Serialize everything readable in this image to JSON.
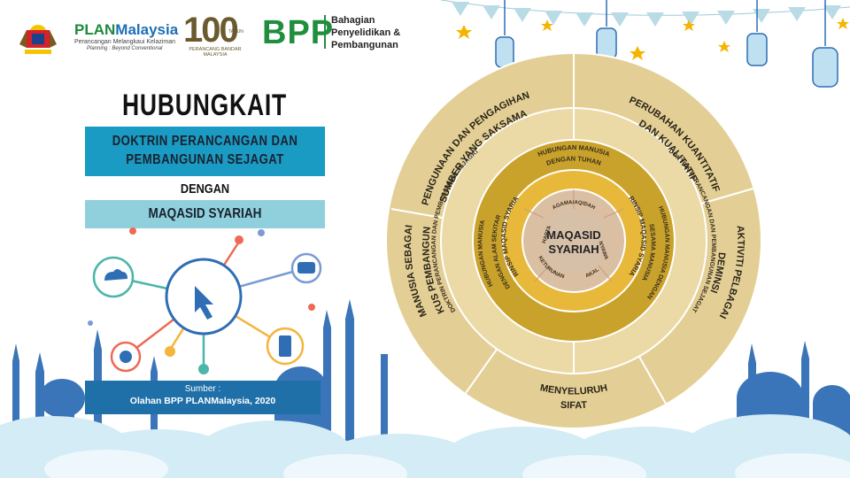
{
  "header": {
    "plan_name_a": "PLAN",
    "plan_name_b": "Malaysia",
    "plan_tagline": "Perancangan Melangkaui Kelaziman",
    "plan_tagline_en": "Planning : Beyond Conventional",
    "centenary_number": "100",
    "centenary_tag": "TAHUN",
    "centenary_sub": "PERANCANG BANDAR MALAYSIA",
    "bpp": "BPP",
    "bpp_line1": "Bahagian",
    "bpp_line2": "Penyelidikan &",
    "bpp_line3": "Pembangunan"
  },
  "title": {
    "main": "HUBUNGKAIT",
    "doctrine_line1": "DOKTRIN PERANCANGAN DAN",
    "doctrine_line2": "PEMBANGUNAN SEJAGAT",
    "connector": "DENGAN",
    "maqasid": "MAQASID SYARIAH"
  },
  "source": {
    "label": "Sumber :",
    "text": "Olahan BPP PLANMalaysia, 2020"
  },
  "diagram": {
    "center_line1": "MAQASID",
    "center_line2": "SYARIAH",
    "inner": [
      "AGAMA/AQIDAH",
      "NYAWA",
      "AKAL",
      "KETURUNAN",
      "HARTA"
    ],
    "ring2_left": "PRINSIP MAQASID SYARIAH",
    "ring2_right": "PRINSIP MAQASID SYARIAH",
    "ring3_top_line1": "HUBUNGAN MANUSIA",
    "ring3_top_line2": "DENGAN TUHAN",
    "ring3_right_line1": "HUBUNGAN MANUSIA DENGAN",
    "ring3_right_line2": "SESAMA MANUSIA",
    "ring3_left_line1": "HUBUNGAN MANUSIA",
    "ring3_left_line2": "DENGAN ALAM SEKITAR",
    "ring4_left": "DOKTRIN PERANCANGAN DAN PEMBANGUNAN SEJAGAT",
    "ring4_right": "DOKTRIN PERANCANGAN DAN PEMBANGUNAN SEJAGAT",
    "outer_topleft_line1": "PENGUNAAN DAN PENGAGIHAN",
    "outer_topleft_line2": "SUMBER YANG SAKSAMA",
    "outer_topright_line1": "PERUBAHAN KUANTITATIF",
    "outer_topright_line2": "DAN KUALITATIF",
    "outer_right_line1": "AKTIVITI PELBAGAI",
    "outer_right_line2": "DEMINSI",
    "outer_bottom_line1": "SIFAT",
    "outer_bottom_line2": "MENYELURUH",
    "outer_left_line1": "MANUSIA SEBAGAI",
    "outer_left_line2": "FOKUS PEMBANGUNAN"
  },
  "colors": {
    "outer": "#e3cf95",
    "ring4": "#ebd9a6",
    "ring3": "#c9a22c",
    "ring2": "#e8b83a",
    "inner": "#dbbfa3",
    "teal": "#1a9bc4",
    "light_teal": "#8fd0dc",
    "source_bg": "#1f6fa8"
  }
}
